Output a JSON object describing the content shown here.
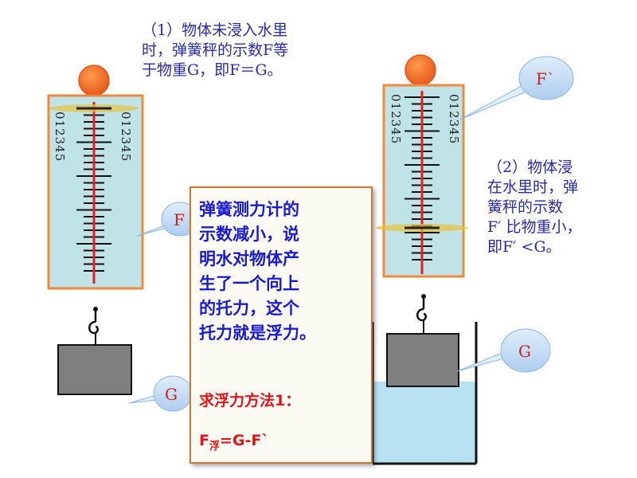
{
  "note1": [
    "（1）物体未浸入水里",
    "时，弹簧秤的示数F等",
    "于物重G，即F＝G。"
  ],
  "note2": [
    "（2）物体浸",
    "在水里时，弹",
    "簧秤的示数",
    "F′ 比物重小，",
    "即F′ <G。"
  ],
  "center": {
    "lines": [
      "弹簧测力计的",
      "示数减小，说",
      "明水对物体产",
      "生了一个向上",
      "的托力，这个",
      "托力就是浮力。"
    ],
    "method": "求浮力方法1：",
    "formula_main": "F",
    "formula_sub": "浮",
    "formula_rest": "=G-F`"
  },
  "scale_numbers": "012345",
  "callouts": {
    "left_f": "F",
    "left_g": "G",
    "right_fprime": "F`",
    "right_g": "G"
  },
  "colors": {
    "note_text": "#2b2b9a",
    "center_text": "#1a1acc",
    "red_text": "#e0141b",
    "scale_fill": "#bfe3e6",
    "scale_border": "#f08a3c",
    "pointer": "#e02020",
    "ball": "#f0641e",
    "callout_fill": "#c9dff5",
    "block": "#7f7f7f",
    "water": "#b8e2f2"
  }
}
